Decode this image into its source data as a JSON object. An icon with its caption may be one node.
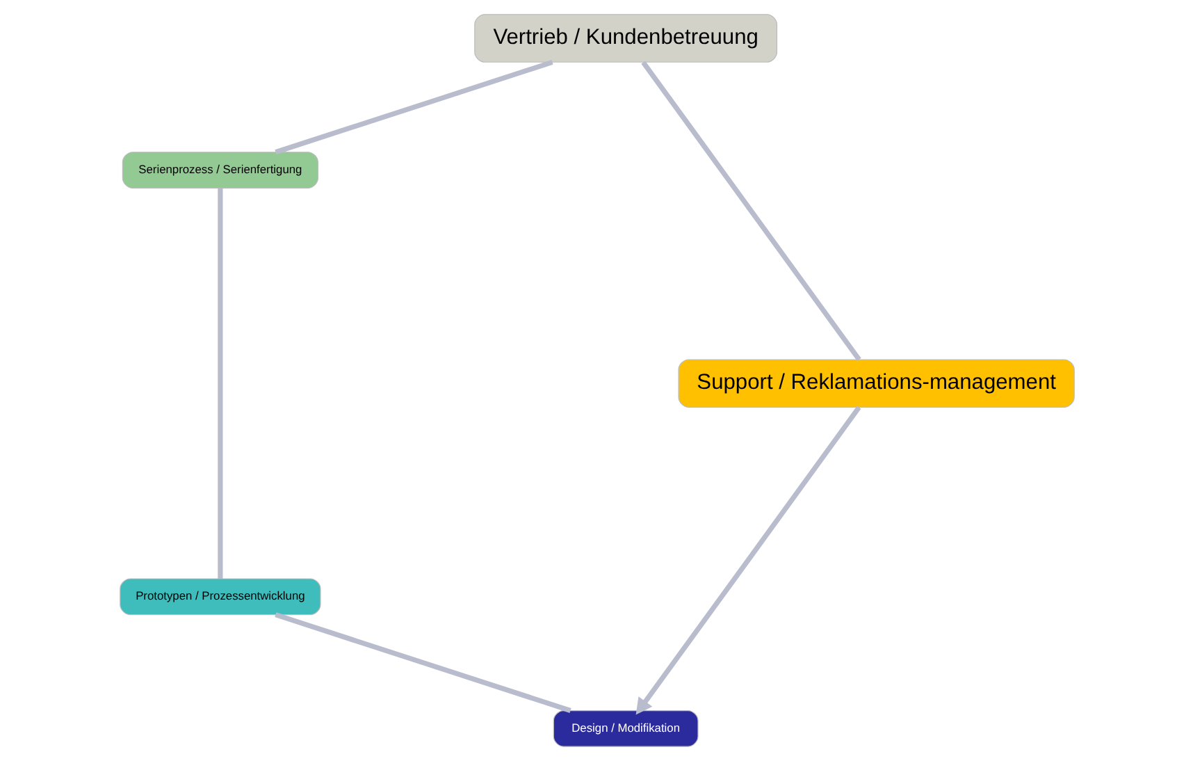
{
  "diagram": {
    "nodes": [
      {
        "text": [
          "Design / Modifikation"
        ]
      },
      {
        "text": [
          "Prototypen / Prozessentwicklung"
        ]
      },
      {
        "text": [
          "Serienprozess / Serienfertigung"
        ]
      },
      {
        "text": [
          "Vertrieb / Kundenbetreuung"
        ]
      },
      {
        "text": [
          "Support / Reklamations-management"
        ]
      }
    ],
    "edges": [
      {
        "from": 0,
        "to": 1,
        "arrow": "none"
      },
      {
        "from": 1,
        "to": 2,
        "arrow": "none"
      },
      {
        "from": 2,
        "to": 3,
        "arrow": "none"
      },
      {
        "from": 3,
        "to": 4,
        "arrow": "none"
      },
      {
        "from": 4,
        "to": 0,
        "arrow": "to"
      }
    ]
  }
}
